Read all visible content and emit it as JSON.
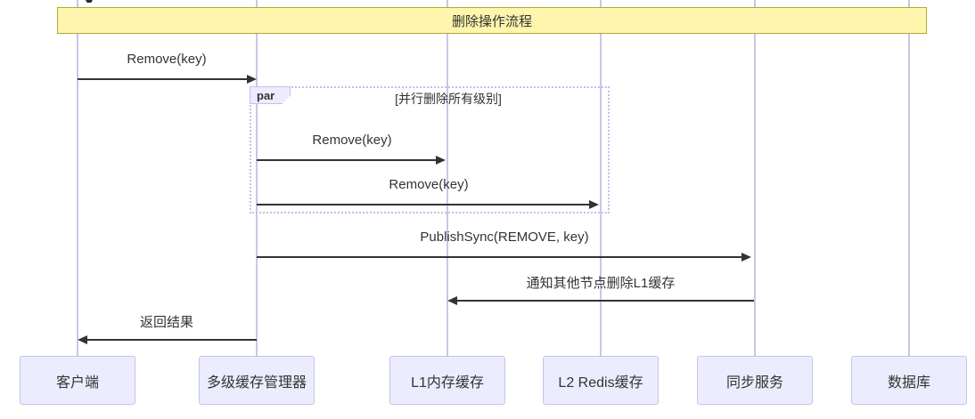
{
  "diagram": {
    "title": "删除操作流程",
    "fragment": {
      "operator_label": "par",
      "guard_label": "[并行删除所有级别]"
    },
    "colors": {
      "note_fill": "#fff5ad",
      "note_border": "#aaaa33",
      "actor_fill": "#ececff",
      "actor_border": "#c7c2e8",
      "lifeline": "#cbc5e9",
      "arrow": "#333333"
    }
  },
  "actors": [
    {
      "label": "客户端"
    },
    {
      "label": "多级缓存管理器"
    },
    {
      "label": "L1内存缓存"
    },
    {
      "label": "L2 Redis缓存"
    },
    {
      "label": "同步服务"
    },
    {
      "label": "数据库"
    }
  ],
  "messages": [
    {
      "label": "Remove(key)",
      "from": "客户端",
      "to": "多级缓存管理器",
      "direction": "right"
    },
    {
      "label": "Remove(key)",
      "from": "多级缓存管理器",
      "to": "L1内存缓存",
      "direction": "right"
    },
    {
      "label": "Remove(key)",
      "from": "多级缓存管理器",
      "to": "L2 Redis缓存",
      "direction": "right"
    },
    {
      "label": "PublishSync(REMOVE, key)",
      "from": "多级缓存管理器",
      "to": "同步服务",
      "direction": "right"
    },
    {
      "label": "通知其他节点删除L1缓存",
      "from": "同步服务",
      "to": "L1内存缓存",
      "direction": "left"
    },
    {
      "label": "返回结果",
      "from": "多级缓存管理器",
      "to": "客户端",
      "direction": "left"
    }
  ]
}
